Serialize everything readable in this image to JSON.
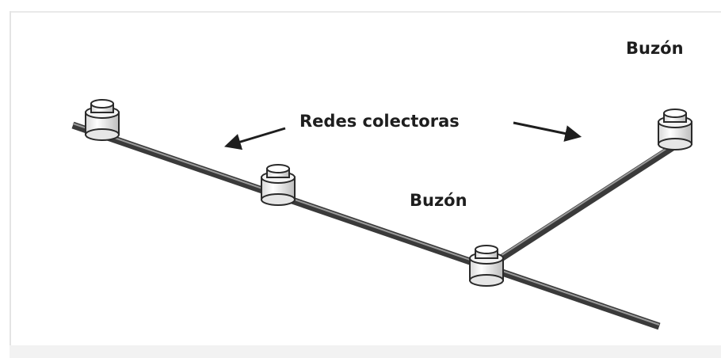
{
  "labels": {
    "network": "Redes colectoras",
    "manhole_top": "Buzón",
    "manhole_mid": "Buzón"
  },
  "colors": {
    "pipe": "#4a4a4a",
    "pipe_highlight": "#8c8c8c",
    "manhole_fill": "#f4f4f4",
    "manhole_stroke": "#2a2a2a",
    "text": "#1e1e1e"
  }
}
